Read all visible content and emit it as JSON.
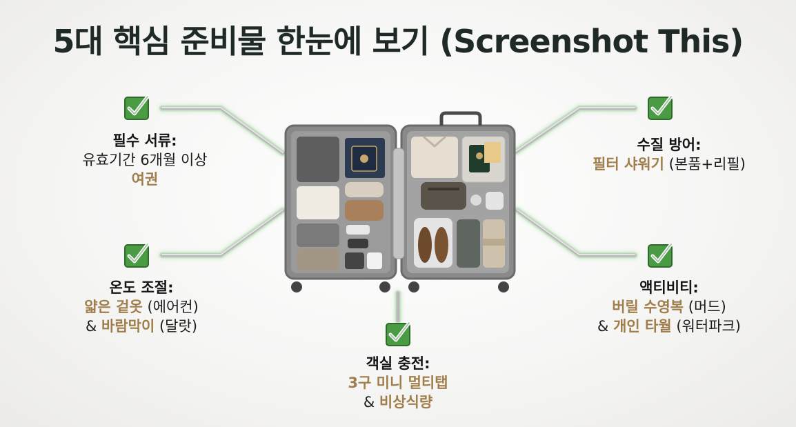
{
  "title": "5대 핵심 준비물 한눈에 보기 (Screenshot This)",
  "colors": {
    "accent": "#a07e4c",
    "check": "#3f8a3a",
    "check_border": "#2e6b2b"
  },
  "icons": {
    "check": "checkmark-icon",
    "suitcase": "suitcase-image"
  },
  "items": [
    {
      "id": "documents",
      "heading": "필수 서류:",
      "line1": "유효기간 6개월 이상",
      "highlight": "여권"
    },
    {
      "id": "temperature",
      "heading": "온도 조절:",
      "line1_highlight": "얇은 겉옷",
      "line1_rest": " (에어컨)",
      "line2_prefix": "& ",
      "line2_highlight": "바람막이",
      "line2_rest": " (달랏)"
    },
    {
      "id": "cabin",
      "heading": "객실 충전:",
      "line1_highlight": "3구 미니 멀티탭",
      "line2_prefix": "& ",
      "line2_highlight": "비상식량"
    },
    {
      "id": "water",
      "heading": "수질 방어:",
      "line1_highlight": "필터 샤워기",
      "line1_rest": " (본품+리필)"
    },
    {
      "id": "activity",
      "heading": "액티비티:",
      "line1_highlight": "버릴 수영복",
      "line1_rest": " (머드)",
      "line2_prefix": "& ",
      "line2_highlight": "개인 타월",
      "line2_rest": " (워터파크)"
    }
  ]
}
